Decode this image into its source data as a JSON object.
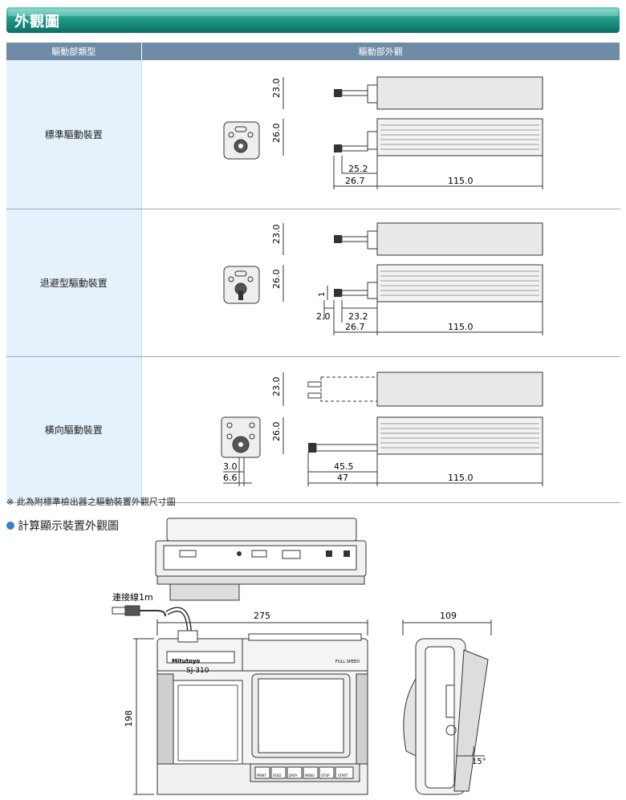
{
  "banner": {
    "title": "外觀圖"
  },
  "table": {
    "headers": [
      "驅動部類型",
      "驅動部外觀"
    ],
    "rows": [
      {
        "type": "標準驅動裝置",
        "dims": [
          "23.0",
          "26.0",
          "25.2",
          "26.7",
          "115.0"
        ]
      },
      {
        "type": "退避型驅動裝置",
        "dims": [
          "23.0",
          "26.0",
          "1",
          "2.0",
          "23.2",
          "26.7",
          "115.0"
        ]
      },
      {
        "type": "橫向驅動裝置",
        "dims": [
          "23.0",
          "26.0",
          "3.0",
          "6.6",
          "45.5",
          "47",
          "115.0"
        ]
      }
    ]
  },
  "note": "※ 此為附標準檢出器之驅動裝置外觀尺寸圖",
  "section2": {
    "title": "計算顯示裝置外觀圖"
  },
  "display_unit": {
    "cable_label": "連接線1m",
    "dim_width": "275",
    "dim_height": "198",
    "dim_depth": "109",
    "angle": "15°",
    "brand": "Mitutoyo",
    "model": "SJ-310",
    "badge": "FULL SPEED",
    "keys": [
      "PRINT",
      "FEED",
      "DATA",
      "MENU",
      "STOP",
      "START"
    ]
  }
}
